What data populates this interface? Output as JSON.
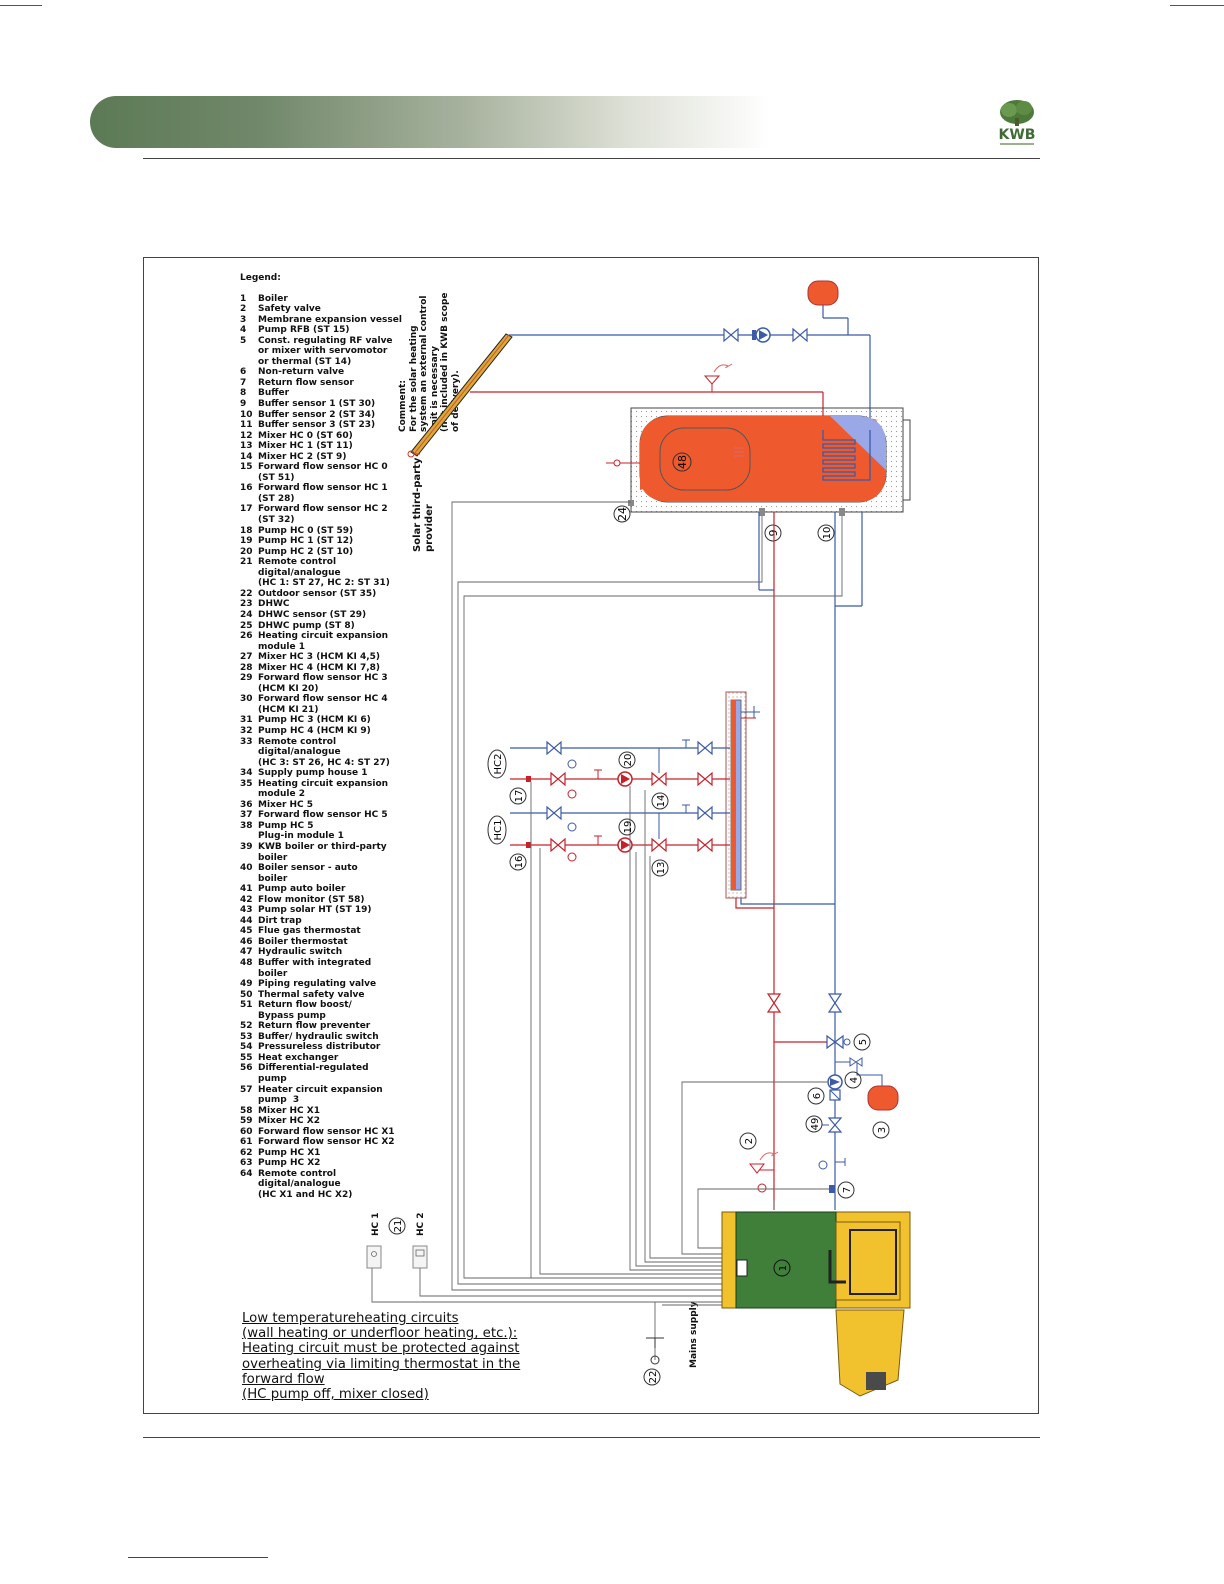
{
  "header": {
    "logo_text": "KWB"
  },
  "legend": {
    "title": "Legend:",
    "items": [
      {
        "n": "1",
        "t": "Boiler"
      },
      {
        "n": "2",
        "t": "Safety valve"
      },
      {
        "n": "3",
        "t": "Membrane expansion vessel"
      },
      {
        "n": "4",
        "t": "Pump RFB (ST 15)"
      },
      {
        "n": "5",
        "t": "Const. regulating RF valve"
      },
      {
        "n": "",
        "t": "or mixer with servomotor"
      },
      {
        "n": "",
        "t": "or thermal (ST 14)"
      },
      {
        "n": "6",
        "t": "Non-return valve"
      },
      {
        "n": "7",
        "t": "Return flow sensor"
      },
      {
        "n": "8",
        "t": "Buffer"
      },
      {
        "n": "9",
        "t": "Buffer sensor 1 (ST 30)"
      },
      {
        "n": "10",
        "t": "Buffer sensor 2 (ST 34)"
      },
      {
        "n": "11",
        "t": "Buffer sensor 3 (ST 23)"
      },
      {
        "n": "12",
        "t": "Mixer HC 0 (ST 60)"
      },
      {
        "n": "13",
        "t": "Mixer HC 1 (ST 11)"
      },
      {
        "n": "14",
        "t": "Mixer HC 2 (ST 9)"
      },
      {
        "n": "15",
        "t": "Forward flow sensor HC 0"
      },
      {
        "n": "",
        "t": "(ST 51)"
      },
      {
        "n": "16",
        "t": "Forward flow sensor HC 1"
      },
      {
        "n": "",
        "t": "(ST 28)"
      },
      {
        "n": "17",
        "t": "Forward flow sensor HC 2"
      },
      {
        "n": "",
        "t": "(ST 32)"
      },
      {
        "n": "18",
        "t": "Pump HC 0 (ST 59)"
      },
      {
        "n": "19",
        "t": "Pump HC 1 (ST 12)"
      },
      {
        "n": "20",
        "t": "Pump HC 2 (ST 10)"
      },
      {
        "n": "21",
        "t": "Remote control"
      },
      {
        "n": "",
        "t": "digital/analogue"
      },
      {
        "n": "",
        "t": "(HC 1: ST 27, HC 2: ST 31)"
      },
      {
        "n": "22",
        "t": "Outdoor sensor (ST 35)"
      },
      {
        "n": "23",
        "t": "DHWC"
      },
      {
        "n": "24",
        "t": "DHWC sensor (ST 29)"
      },
      {
        "n": "25",
        "t": "DHWC pump (ST 8)"
      },
      {
        "n": "26",
        "t": "Heating circuit expansion"
      },
      {
        "n": "",
        "t": "module 1"
      },
      {
        "n": "27",
        "t": "Mixer HC 3 (HCM KI 4,5)"
      },
      {
        "n": "28",
        "t": "Mixer HC 4 (HCM KI 7,8)"
      },
      {
        "n": "29",
        "t": "Forward flow sensor HC 3"
      },
      {
        "n": "",
        "t": "(HCM KI 20)"
      },
      {
        "n": "30",
        "t": "Forward flow sensor HC 4"
      },
      {
        "n": "",
        "t": "(HCM KI 21)"
      },
      {
        "n": "31",
        "t": "Pump HC 3 (HCM KI 6)"
      },
      {
        "n": "32",
        "t": "Pump HC 4 (HCM KI 9)"
      },
      {
        "n": "33",
        "t": "Remote control"
      },
      {
        "n": "",
        "t": "digital/analogue"
      },
      {
        "n": "",
        "t": "(HC 3: ST 26, HC 4: ST 27)"
      },
      {
        "n": "34",
        "t": "Supply pump house 1"
      },
      {
        "n": "35",
        "t": "Heating circuit expansion"
      },
      {
        "n": "",
        "t": "module 2"
      },
      {
        "n": "36",
        "t": "Mixer HC 5"
      },
      {
        "n": "37",
        "t": "Forward flow sensor HC 5"
      },
      {
        "n": "38",
        "t": "Pump HC 5"
      },
      {
        "n": "",
        "t": "Plug-in module 1"
      },
      {
        "n": "39",
        "t": "KWB boiler or third-party"
      },
      {
        "n": "",
        "t": "boiler"
      },
      {
        "n": "40",
        "t": "Boiler sensor - auto"
      },
      {
        "n": "",
        "t": "boiler"
      },
      {
        "n": "41",
        "t": "Pump auto boiler"
      },
      {
        "n": "42",
        "t": "Flow monitor (ST 58)"
      },
      {
        "n": "43",
        "t": "Pump solar HT (ST 19)"
      },
      {
        "n": "44",
        "t": "Dirt trap"
      },
      {
        "n": "45",
        "t": "Flue gas thermostat"
      },
      {
        "n": "46",
        "t": "Boiler thermostat"
      },
      {
        "n": "47",
        "t": "Hydraulic switch"
      },
      {
        "n": "48",
        "t": "Buffer with integrated"
      },
      {
        "n": "",
        "t": "boiler"
      },
      {
        "n": "49",
        "t": "Piping regulating valve"
      },
      {
        "n": "50",
        "t": "Thermal safety valve"
      },
      {
        "n": "51",
        "t": "Return flow boost/"
      },
      {
        "n": "",
        "t": "Bypass pump"
      },
      {
        "n": "52",
        "t": "Return flow preventer"
      },
      {
        "n": "53",
        "t": "Buffer/ hydraulic switch"
      },
      {
        "n": "54",
        "t": "Pressureless distributor"
      },
      {
        "n": "55",
        "t": "Heat exchanger"
      },
      {
        "n": "56",
        "t": "Differential-regulated"
      },
      {
        "n": "",
        "t": "pump"
      },
      {
        "n": "57",
        "t": "Heater circuit expansion"
      },
      {
        "n": "",
        "t": "pump  3"
      },
      {
        "n": "58",
        "t": "Mixer HC X1"
      },
      {
        "n": "59",
        "t": "Mixer HC X2"
      },
      {
        "n": "60",
        "t": "Forward flow sensor HC X1"
      },
      {
        "n": "61",
        "t": "Forward flow sensor HC X2"
      },
      {
        "n": "62",
        "t": "Pump HC X1"
      },
      {
        "n": "63",
        "t": "Pump HC X2"
      },
      {
        "n": "64",
        "t": "Remote control"
      },
      {
        "n": "",
        "t": "digital/analogue"
      },
      {
        "n": "",
        "t": "(HC X1 and HC X2)"
      }
    ]
  },
  "comment": {
    "lines": [
      "Comment:",
      "For the solar heating",
      "system an external control",
      "unit is necessary",
      "(not included in KWB scope",
      "of delivery)."
    ]
  },
  "solar_label": {
    "lines": [
      "Solar third-party",
      "provider"
    ]
  },
  "mains_supply": "Mains supply",
  "note": {
    "lines": [
      "Low temperatureheating circuits",
      "(wall heating or underfloor heating, etc.):",
      "Heating circuit must be protected against",
      "overheating via limiting thermostat in the",
      "forward flow",
      "(HC pump off, mixer closed)"
    ]
  },
  "remote_labels": {
    "hc1": "HC 1",
    "hc2": "HC 2"
  },
  "callouts": {
    "n1": "1",
    "n2": "2",
    "n3": "3",
    "n4": "4",
    "n5": "5",
    "n6": "6",
    "n7": "7",
    "n9": "9",
    "n10": "10",
    "n13": "13",
    "n14": "14",
    "n16": "16",
    "n17": "17",
    "n19": "19",
    "n20": "20",
    "n21": "21",
    "n22": "22",
    "n24": "24",
    "n48": "48",
    "n49": "49",
    "hc1": "HC1",
    "hc2": "HC2"
  },
  "colors": {
    "supply_red": "#c8202a",
    "return_blue": "#3b5aa8",
    "sensor_grey": "#666666",
    "boiler_green": "#3f7f3a",
    "boiler_yellow": "#f2c12e",
    "tank_red": "#ee5a2e",
    "tank_blue": "#9aa8e8",
    "header_green": "#5c7a55"
  }
}
